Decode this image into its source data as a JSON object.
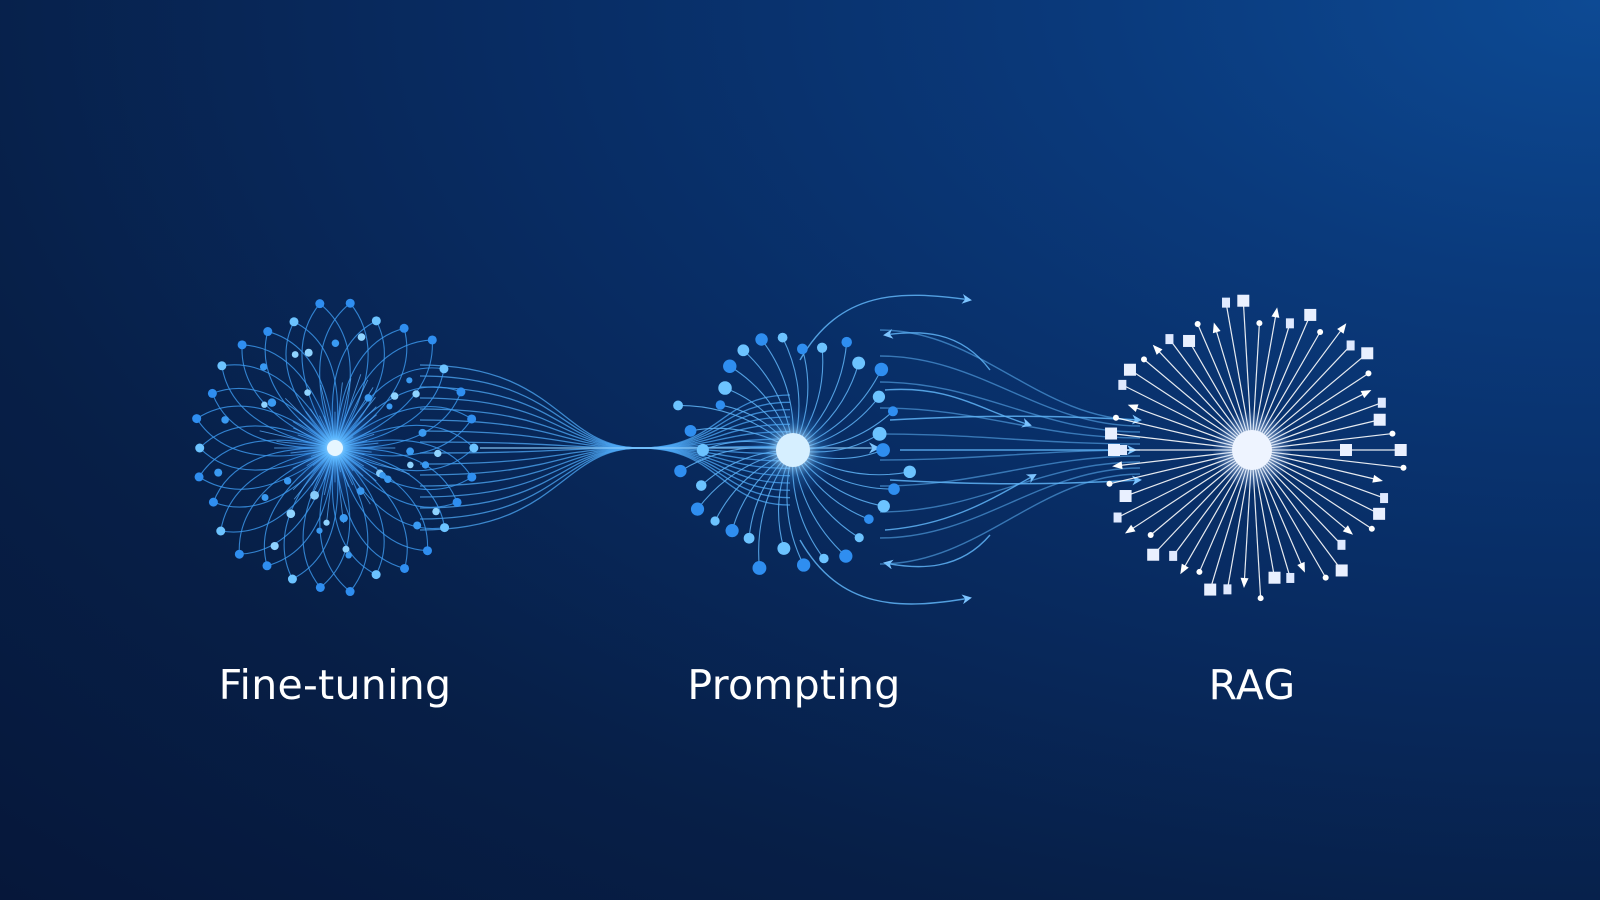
{
  "labels": {
    "fine_tuning": "Fine-tuning",
    "prompting": "Prompting",
    "rag": "RAG"
  },
  "colors": {
    "background_top_right": "#0d4a94",
    "background_bottom_left": "#06173a",
    "fine_tuning_accent": "#3d9bf0",
    "prompting_accent": "#7cc4ff",
    "rag_accent": "#ffffff"
  }
}
